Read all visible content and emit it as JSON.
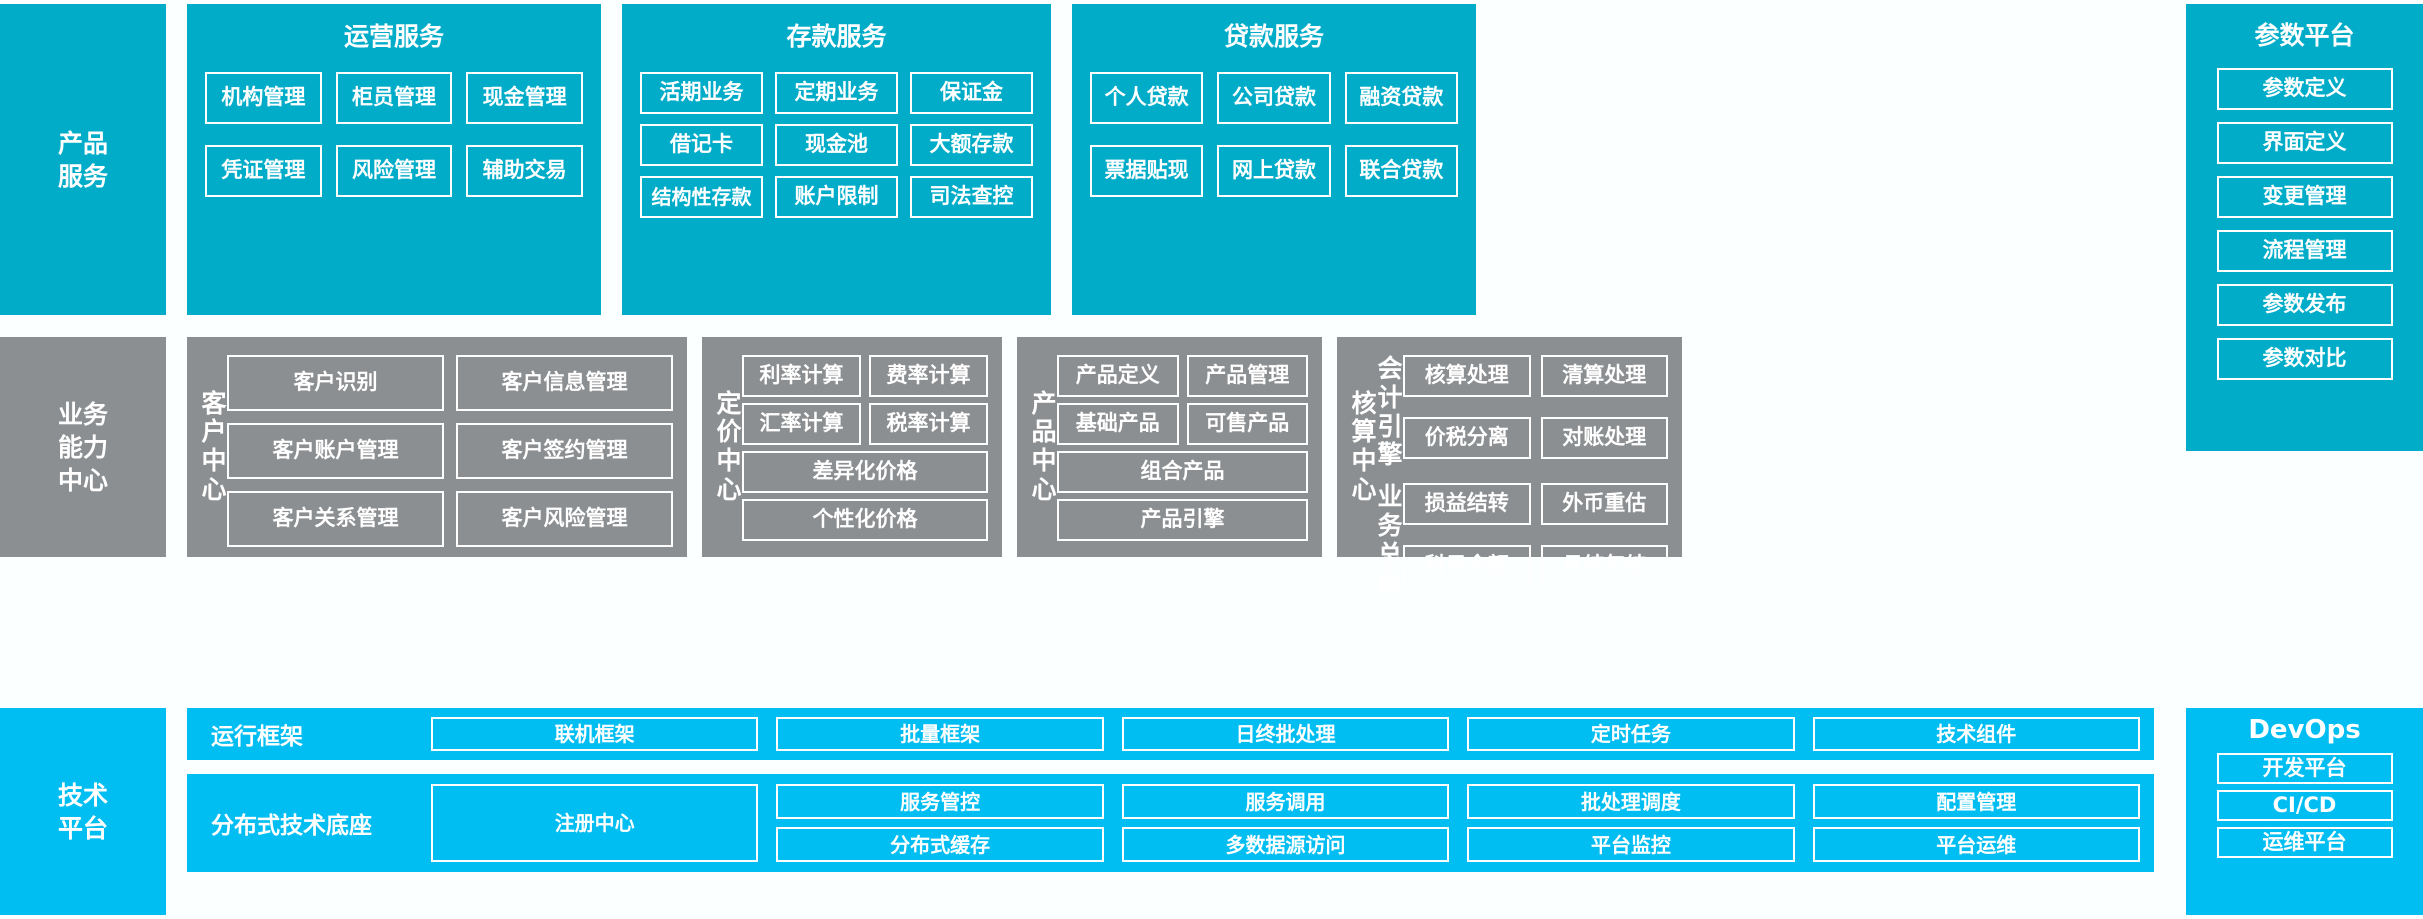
{
  "bands": {
    "product_services": {
      "side_label": "产品\n服务",
      "groups": [
        {
          "title": "运营服务",
          "tiles": [
            "机构管理",
            "柜员管理",
            "现金管理",
            "凭证管理",
            "风险管理",
            "辅助交易"
          ]
        },
        {
          "title": "存款服务",
          "tiles": [
            "活期业务",
            "定期业务",
            "保证金",
            "借记卡",
            "现金池",
            "大额存款",
            "结构性存款",
            "账户限制",
            "司法查控"
          ]
        },
        {
          "title": "贷款服务",
          "tiles": [
            "个人贷款",
            "公司贷款",
            "融资贷款",
            "票据贴现",
            "网上贷款",
            "联合贷款"
          ]
        }
      ]
    },
    "business_capability": {
      "side_label": "业务\n能力\n中心",
      "centers": [
        {
          "vlabel": "客户中心",
          "tiles": [
            "客户识别",
            "客户信息管理",
            "客户账户管理",
            "客户签约管理",
            "客户关系管理",
            "客户风险管理"
          ]
        },
        {
          "vlabel": "定价中心",
          "tiles": [
            "利率计算",
            "费率计算",
            "汇率计算",
            "税率计算"
          ],
          "wide_tiles": [
            "差异化价格",
            "个性化价格"
          ]
        },
        {
          "vlabel": "产品中心",
          "tiles": [
            "产品定义",
            "产品管理",
            "基础产品",
            "可售产品"
          ],
          "wide_tiles": [
            "组合产品",
            "产品引擎"
          ]
        },
        {
          "vlabel": "核算中心",
          "sub_labels": [
            "会计引擎",
            "业务总账"
          ],
          "engine_tiles": [
            "核算处理",
            "清算处理",
            "价税分离",
            "对账处理"
          ],
          "ledger_tiles": [
            "损益结转",
            "外币重估",
            "科目余额",
            "月结年结"
          ]
        }
      ]
    },
    "tech_platform": {
      "side_label": "技术\n平台",
      "rows": [
        {
          "label": "运行框架",
          "tiles": [
            "联机框架",
            "批量框架",
            "日终批处理",
            "定时任务",
            "技术组件"
          ]
        },
        {
          "label": "分布式技术底座",
          "registry": "注册中心",
          "stacks": [
            [
              "服务管控",
              "分布式缓存"
            ],
            [
              "服务调用",
              "多数据源访问"
            ],
            [
              "批处理调度",
              "平台监控"
            ],
            [
              "配置管理",
              "平台运维"
            ]
          ]
        }
      ]
    }
  },
  "param_platform": {
    "title": "参数平台",
    "tiles": [
      "参数定义",
      "界面定义",
      "变更管理",
      "流程管理",
      "参数发布",
      "参数对比"
    ]
  },
  "devops": {
    "title": "DevOps",
    "tiles": [
      "开发平台",
      "CI/CD",
      "运维平台"
    ]
  },
  "colors": {
    "teal": "#00acc8",
    "gray": "#8c8f91",
    "light_blue": "#00bdf2",
    "background": "#fbffff",
    "text": "#ffffff"
  }
}
